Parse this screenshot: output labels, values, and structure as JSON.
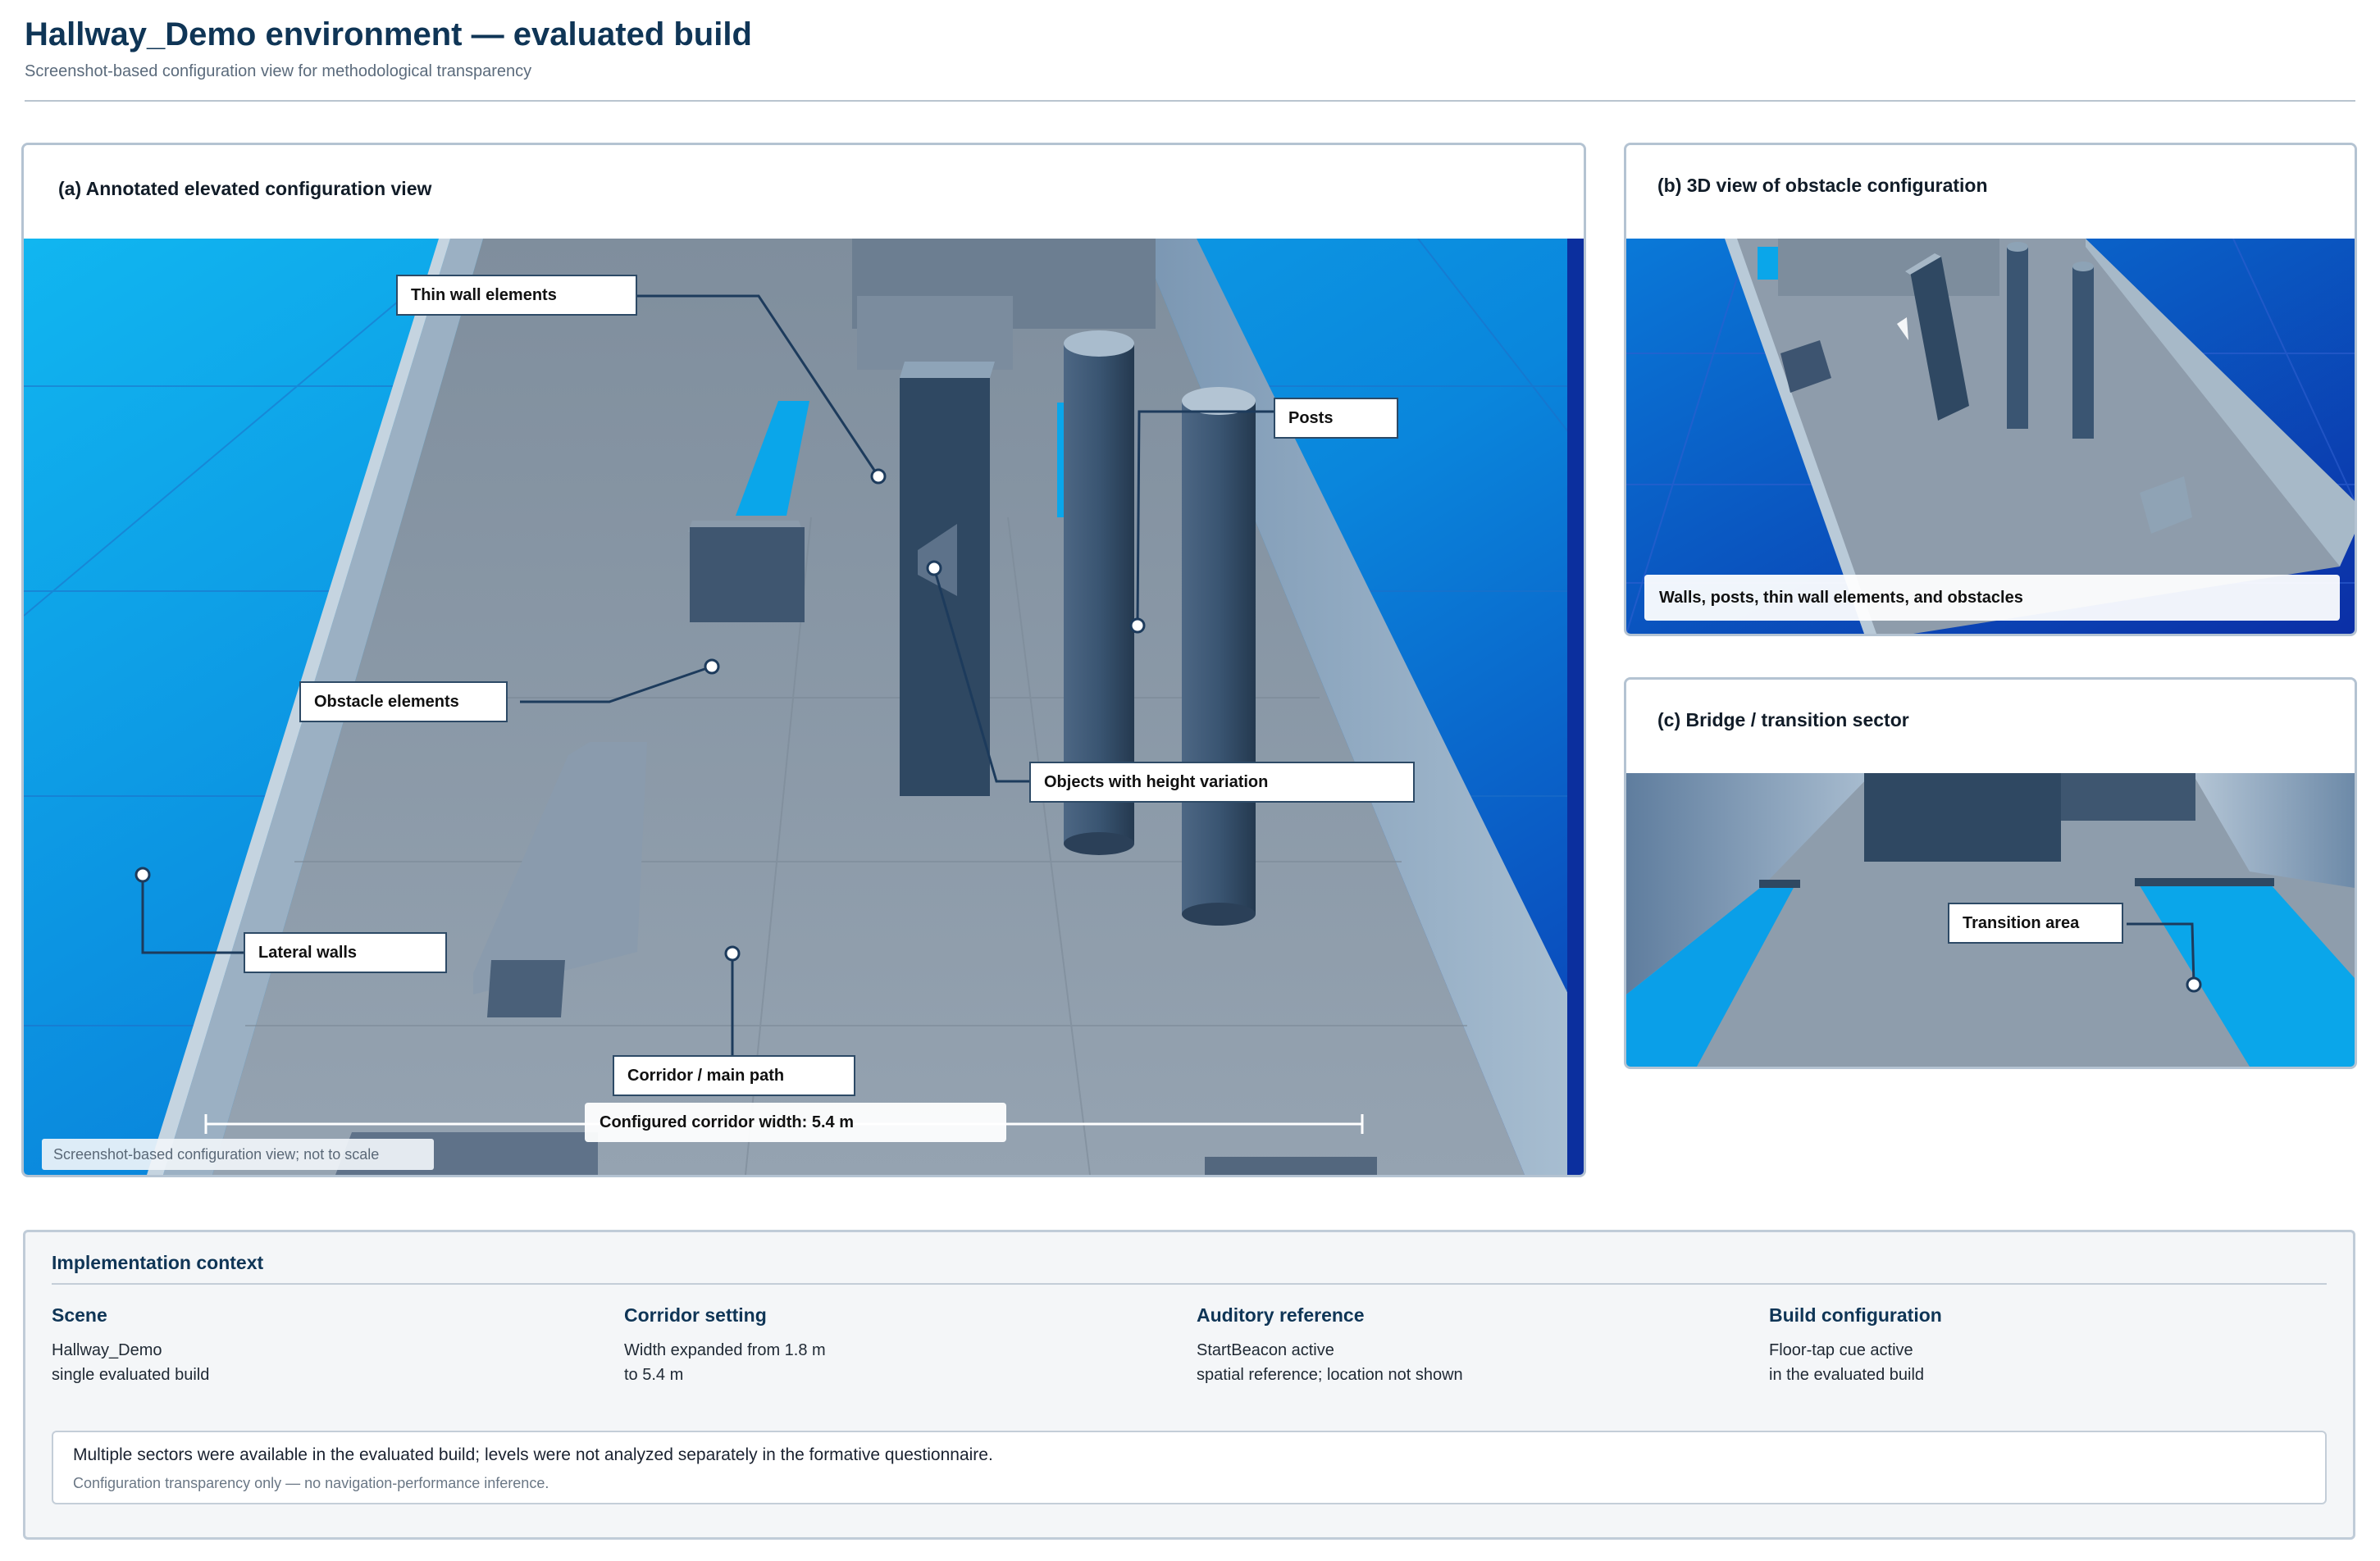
{
  "header": {
    "title": "Hallway_Demo environment — evaluated build",
    "subtitle": "Screenshot-based configuration view for methodological transparency"
  },
  "panel_a": {
    "title": "(a) Annotated elevated configuration view",
    "callouts": {
      "thin_walls": "Thin wall elements",
      "posts": "Posts",
      "obstacles": "Obstacle elements",
      "height_variation": "Objects with height variation",
      "lateral_walls": "Lateral walls",
      "corridor": "Corridor / main path"
    },
    "width_label": "Configured corridor width: 5.4 m",
    "scale_note": "Screenshot-based configuration view; not to scale"
  },
  "panel_b": {
    "title": "(b) 3D view of obstacle configuration",
    "caption": "Walls, posts, thin wall elements, and obstacles"
  },
  "panel_c": {
    "title": "(c) Bridge / transition sector",
    "callout": "Transition area"
  },
  "context": {
    "title": "Implementation context",
    "columns": [
      {
        "heading": "Scene",
        "line1": "Hallway_Demo",
        "line2": "single evaluated build"
      },
      {
        "heading": "Corridor setting",
        "line1": "Width expanded from 1.8 m",
        "line2": "to 5.4 m"
      },
      {
        "heading": "Auditory reference",
        "line1": "StartBeacon active",
        "line2": "spatial reference; location not shown"
      },
      {
        "heading": "Build configuration",
        "line1": "Floor-tap cue active",
        "line2": "in the evaluated build"
      }
    ],
    "note_main": "Multiple sectors were available in the evaluated build; levels were not analyzed separately in the formative questionnaire.",
    "note_sub": "Configuration transparency only — no navigation-performance inference."
  },
  "colors": {
    "title": "#0f3556",
    "sky_blue": "#0aa6ea",
    "deep_blue": "#0b3fb8",
    "floor": "#8d9aa8",
    "obstacle": "#3f5670",
    "leader": "#1d3b5c"
  }
}
